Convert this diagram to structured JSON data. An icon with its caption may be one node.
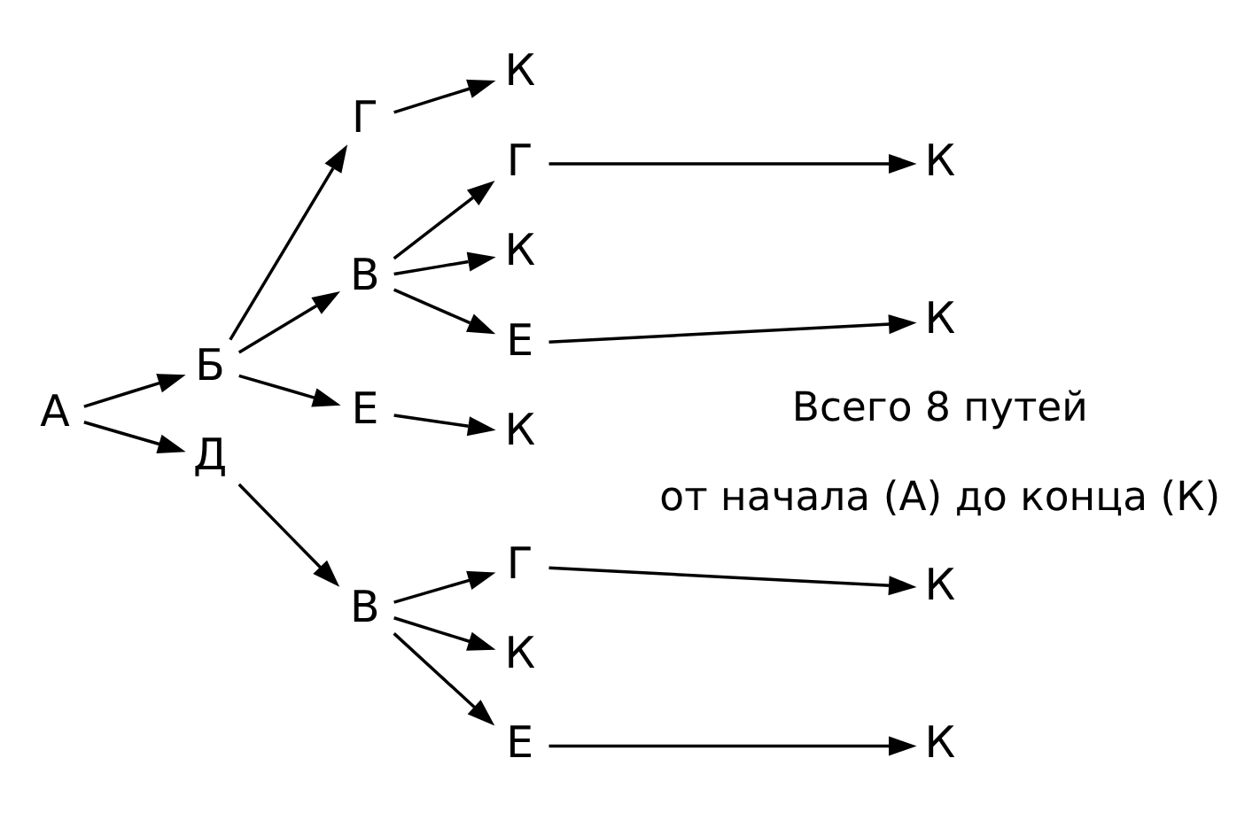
{
  "diagram": {
    "nodes": [
      {
        "text": [
          "А"
        ]
      },
      {
        "text": [
          "Б"
        ]
      },
      {
        "text": [
          "Д"
        ]
      },
      {
        "text": [
          "Г"
        ]
      },
      {
        "text": [
          "К"
        ]
      },
      {
        "text": [
          "В"
        ]
      },
      {
        "text": [
          "Г"
        ]
      },
      {
        "text": [
          "К"
        ]
      },
      {
        "text": [
          "К"
        ]
      },
      {
        "text": [
          "Е"
        ]
      },
      {
        "text": [
          "К"
        ]
      },
      {
        "text": [
          "Е"
        ]
      },
      {
        "text": [
          "К"
        ]
      },
      {
        "text": [
          "В"
        ]
      },
      {
        "text": [
          "Г"
        ]
      },
      {
        "text": [
          "К"
        ]
      },
      {
        "text": [
          "К"
        ]
      },
      {
        "text": [
          "Е"
        ]
      },
      {
        "text": [
          "К"
        ]
      }
    ],
    "edges": [
      {
        "from": 0,
        "to": 1,
        "arrow": "to"
      },
      {
        "from": 0,
        "to": 2,
        "arrow": "to"
      },
      {
        "from": 1,
        "to": 3,
        "arrow": "to"
      },
      {
        "from": 3,
        "to": 4,
        "arrow": "to"
      },
      {
        "from": 1,
        "to": 5,
        "arrow": "to"
      },
      {
        "from": 5,
        "to": 6,
        "arrow": "to"
      },
      {
        "from": 6,
        "to": 7,
        "arrow": "to"
      },
      {
        "from": 5,
        "to": 8,
        "arrow": "to"
      },
      {
        "from": 5,
        "to": 9,
        "arrow": "to"
      },
      {
        "from": 9,
        "to": 10,
        "arrow": "to"
      },
      {
        "from": 1,
        "to": 11,
        "arrow": "to"
      },
      {
        "from": 11,
        "to": 12,
        "arrow": "to"
      },
      {
        "from": 2,
        "to": 13,
        "arrow": "to"
      },
      {
        "from": 13,
        "to": 14,
        "arrow": "to"
      },
      {
        "from": 14,
        "to": 15,
        "arrow": "to"
      },
      {
        "from": 13,
        "to": 16,
        "arrow": "to"
      },
      {
        "from": 13,
        "to": 17,
        "arrow": "to"
      },
      {
        "from": 17,
        "to": 18,
        "arrow": "to"
      }
    ],
    "labels": [
      "Всего 8 путей",
      "от начала (А) до конца (К)"
    ]
  }
}
